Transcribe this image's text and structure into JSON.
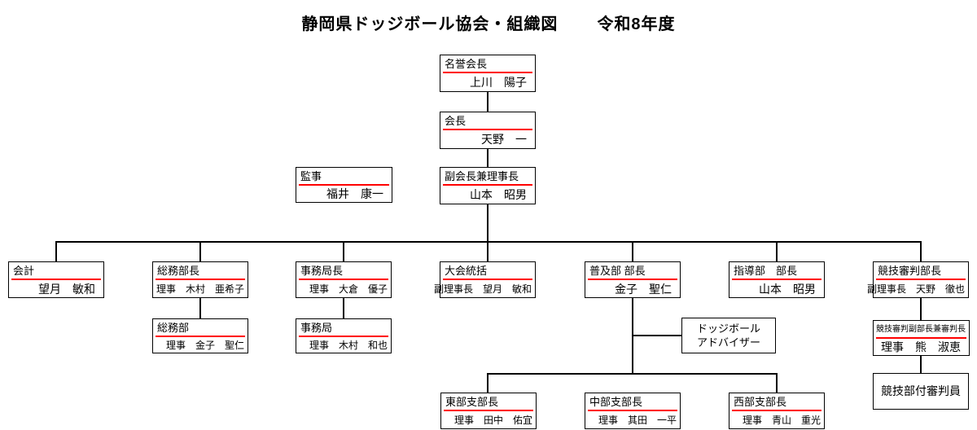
{
  "title": {
    "main": "静岡県ドッジボール協会・組織図",
    "year": "令和8年度"
  },
  "colors": {
    "accent_red": "#ff0000",
    "line_black": "#000000",
    "background": "#ffffff"
  },
  "nodes": {
    "honorary_president": {
      "title": "名誉会長",
      "name": "上川　陽子"
    },
    "president": {
      "title": "会長",
      "name": "天野　一"
    },
    "auditor": {
      "title": "監事",
      "name": "福井　康一"
    },
    "vice_chair": {
      "title": "副会長兼理事長",
      "name": "山本　昭男"
    },
    "accounting": {
      "title": "会計",
      "name": "望月　敏和"
    },
    "general_affairs_chief": {
      "title": "総務部長",
      "name": "理事　木村　亜希子"
    },
    "secretariat_chief": {
      "title": "事務局長",
      "name": "理事　大倉　優子"
    },
    "tournament_director": {
      "title": "大会統括",
      "name": "副理事長　望月　敏和"
    },
    "promotion_chief": {
      "title": "普及部 部長",
      "name": "金子　聖仁"
    },
    "guidance_chief": {
      "title": "指導部　部長",
      "name": "山本　昭男"
    },
    "referee_chief": {
      "title": "競技審判部長",
      "name": "副理事長　天野　徹也"
    },
    "general_affairs": {
      "title": "総務部",
      "name": "理事　金子　聖仁"
    },
    "secretariat": {
      "title": "事務局",
      "name": "理事　木村　和也"
    },
    "advisor": {
      "line1": "ドッジボール",
      "line2": "アドバイザー"
    },
    "deputy_referee_chief": {
      "title": "競技審判副部長兼審判長",
      "name": "理事　熊　淑恵"
    },
    "attached_referees": {
      "label": "競技部付審判員"
    },
    "east_branch_chief": {
      "title": "東部支部長",
      "name": "理事　田中　佑宜"
    },
    "central_branch_chief": {
      "title": "中部支部長",
      "name": "理事　其田　一平"
    },
    "west_branch_chief": {
      "title": "西部支部長",
      "name": "理事　青山　重光"
    }
  }
}
